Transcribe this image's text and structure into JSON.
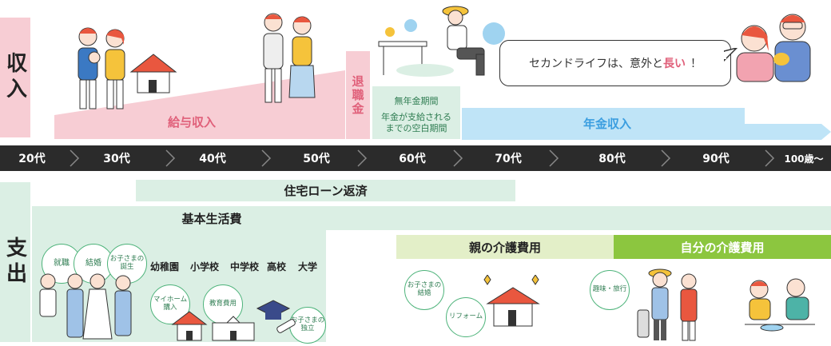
{
  "income": {
    "side_label": "収入",
    "salary_label": "給与収入",
    "retirement_label": "退職金",
    "gap_title": "無年金期間",
    "gap_desc": "年金が支給される までの空白期間",
    "pension_label": "年金収入",
    "bubble_text": "セカンドライフは、意外と",
    "bubble_highlight": "長い",
    "bubble_end": "！"
  },
  "timeline": {
    "ticks": [
      "20代",
      "30代",
      "40代",
      "50代",
      "60代",
      "70代",
      "80代",
      "90代",
      "100歳〜"
    ]
  },
  "expense": {
    "side_label": "支出",
    "mortgage_label": "住宅ローン返済",
    "living_label": "基本生活費",
    "parent_care_label": "親の介護費用",
    "self_care_label": "自分の介護費用",
    "events_young": [
      "就職",
      "結婚",
      "お子さまの 誕生"
    ],
    "schools": [
      "幼稚園",
      "小学校",
      "中学校",
      "高校",
      "大学"
    ],
    "home_label": "マイホーム 購入",
    "education_label": "教育費用",
    "independence_label": "お子さまの 独立",
    "child_wedding_label": "お子さまの 結婚",
    "reform_label": "リフォーム",
    "hobby_label": "趣味・旅行"
  },
  "colors": {
    "income_pink": "#f7cdd4",
    "timeline_dark": "#2b2b2b",
    "gap_green": "#dbefe4",
    "pension_blue": "#bfe4f7",
    "parent_care_green": "#e3efc8",
    "self_care_green": "#8cc63f"
  }
}
